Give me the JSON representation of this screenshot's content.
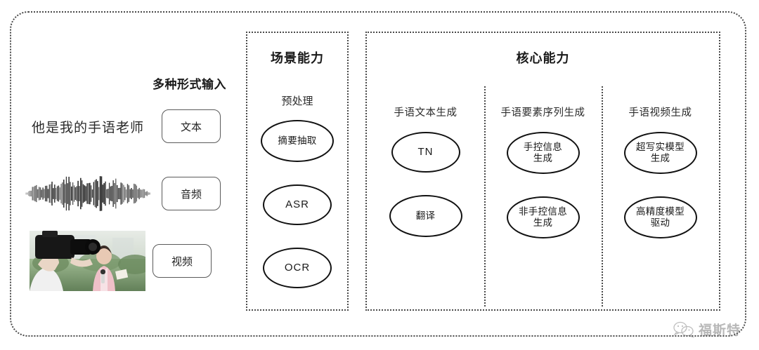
{
  "input_panel": {
    "header": "多种形式输入",
    "rows": [
      {
        "media": "text",
        "sentence": "他是我的手语老师",
        "chip": "文本"
      },
      {
        "media": "audio",
        "chip": "音频"
      },
      {
        "media": "video",
        "chip": "视频"
      }
    ]
  },
  "scene_box": {
    "title": "场景能力",
    "group_label": "预处理",
    "nodes": [
      {
        "label": "摘要抽取",
        "script": "cjk"
      },
      {
        "label": "ASR",
        "script": "latin"
      },
      {
        "label": "OCR",
        "script": "latin"
      }
    ]
  },
  "core_box": {
    "title": "核心能力",
    "columns": [
      {
        "label": "手语文本生成",
        "nodes": [
          {
            "label": "TN",
            "script": "latin"
          },
          {
            "label": "翻译",
            "script": "cjk"
          }
        ]
      },
      {
        "label": "手语要素序列生成",
        "nodes": [
          {
            "label": "手控信息\n生成",
            "script": "cjk"
          },
          {
            "label": "非手控信息\n生成",
            "script": "cjk"
          }
        ]
      },
      {
        "label": "手语视频生成",
        "nodes": [
          {
            "label": "超写实模型\n生成",
            "script": "cjk"
          },
          {
            "label": "高精度模型\n驱动",
            "script": "cjk"
          }
        ]
      }
    ]
  },
  "watermark": {
    "text": "福斯特",
    "icon": "wechat-icon"
  },
  "colors": {
    "frame": "#4a4a4a",
    "node_stroke": "#111111",
    "text": "#1a1a1a",
    "background": "#ffffff"
  }
}
